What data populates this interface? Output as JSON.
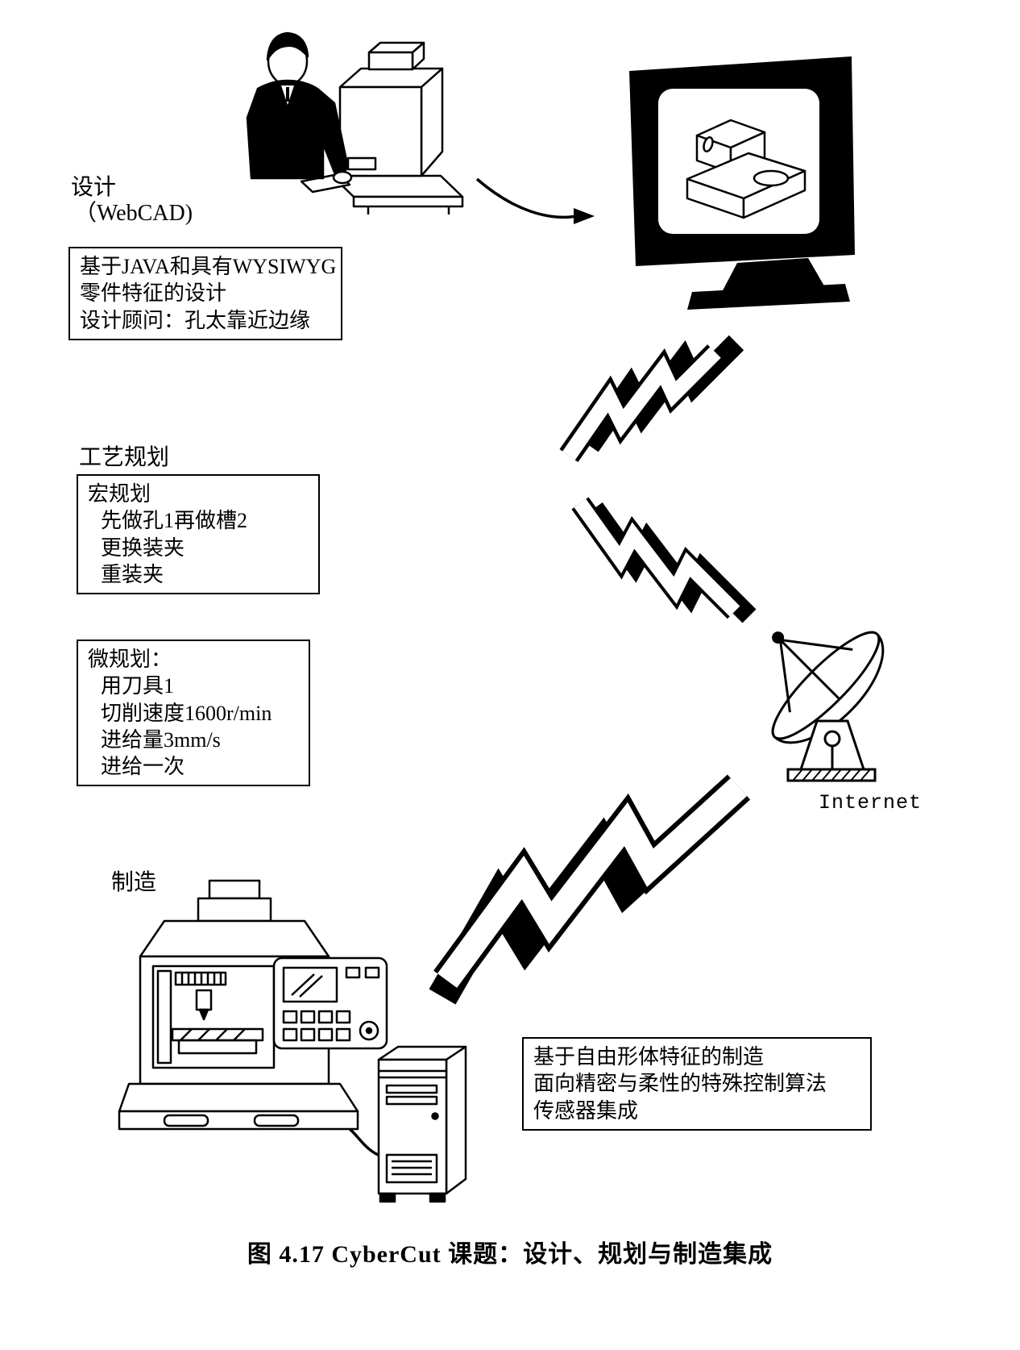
{
  "colors": {
    "ink": "#000000",
    "paper": "#ffffff"
  },
  "labels": {
    "design": "设计",
    "design_sub": "（WebCAD)",
    "process_planning": "工艺规划",
    "manufacturing": "制造",
    "internet": "Internet"
  },
  "design_box": {
    "lines": [
      "基于JAVA和具有WYSIWYG",
      "零件特征的设计",
      "设计顾问：孔太靠近边缘"
    ]
  },
  "macro_box": {
    "title": "宏规划",
    "lines": [
      "先做孔1再做槽2",
      "更换装夹",
      "重装夹"
    ]
  },
  "micro_box": {
    "title": "微规划：",
    "lines": [
      "用刀具1",
      "切削速度1600r/min",
      "进给量3mm/s",
      "进给一次"
    ]
  },
  "manufacturing_box": {
    "lines": [
      "基于自由形体特征的制造",
      "面向精密与柔性的特殊控制算法",
      "传感器集成"
    ]
  },
  "caption": "图 4.17  CyberCut 课题：设计、规划与制造集成"
}
